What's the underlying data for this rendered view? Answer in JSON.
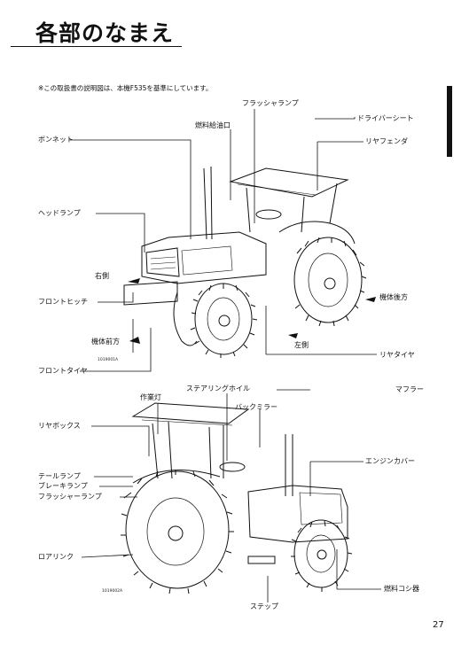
{
  "header": {
    "title": "各部のなまえ",
    "note": "※この取扱書の説明図は、本機F535を基準にしています。"
  },
  "figure1": {
    "code": "1019001A",
    "labels": {
      "flasher_lamp": "フラッシャランプ",
      "fuel_inlet": "燃料給油口",
      "driver_seat": "ドライバーシート",
      "bonnet": "ボンネット",
      "rear_fender": "リヤフェンダ",
      "headlamp": "ヘッドランプ",
      "right_side": "右側",
      "body_rear": "機体後方",
      "front_hitch": "フロントヒッチ",
      "body_front": "機体前方",
      "left_side": "左側",
      "rear_tire": "リヤタイヤ",
      "front_tire": "フロントタイヤ"
    }
  },
  "figure2": {
    "code": "1019002A",
    "labels": {
      "steering_wheel": "ステアリングホイル",
      "muffler": "マフラー",
      "work_light": "作業灯",
      "back_mirror": "バックミラー",
      "rear_box": "リヤボックス",
      "engine_cover": "エンジンカバー",
      "tail_lamp": "テールランプ",
      "brake_lamp": "ブレーキランプ",
      "flasher_lamp": "フラッシャーランプ",
      "lower_link": "ロアリンク",
      "fuel_strainer": "燃料コシ器",
      "step": "ステップ"
    }
  },
  "footer": {
    "page_number": "27"
  }
}
